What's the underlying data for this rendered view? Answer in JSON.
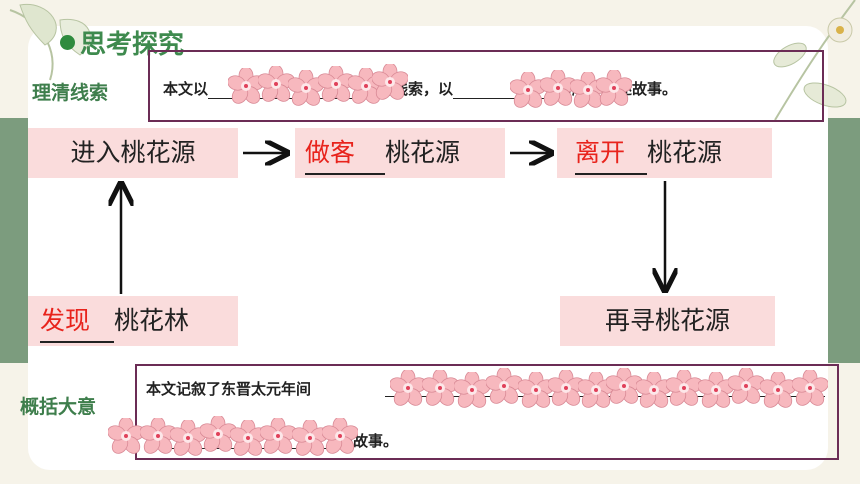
{
  "heading": "思考探究",
  "clue": {
    "label": "理清线索",
    "before": "本文以",
    "middle": "为线索，以",
    "after": "为顺序叙述故事。"
  },
  "flow": {
    "enter": "进入桃花源",
    "guest_fill": "做客",
    "guest_rest": "桃花源",
    "leave_fill": "离开",
    "leave_rest": "桃花源",
    "seek": "再寻桃花源",
    "find_fill": "发现",
    "find_rest": "桃花林"
  },
  "summary": {
    "label": "概括大意",
    "line1": "本文记叙了东晋太元年间",
    "line2_end": "的故事。"
  },
  "colors": {
    "accent_green": "#3e8a4e",
    "band_green": "#7c9c7e",
    "node_pink": "#fadcdc",
    "fill_red": "#e8231c",
    "box_outline": "#6b2c55"
  }
}
